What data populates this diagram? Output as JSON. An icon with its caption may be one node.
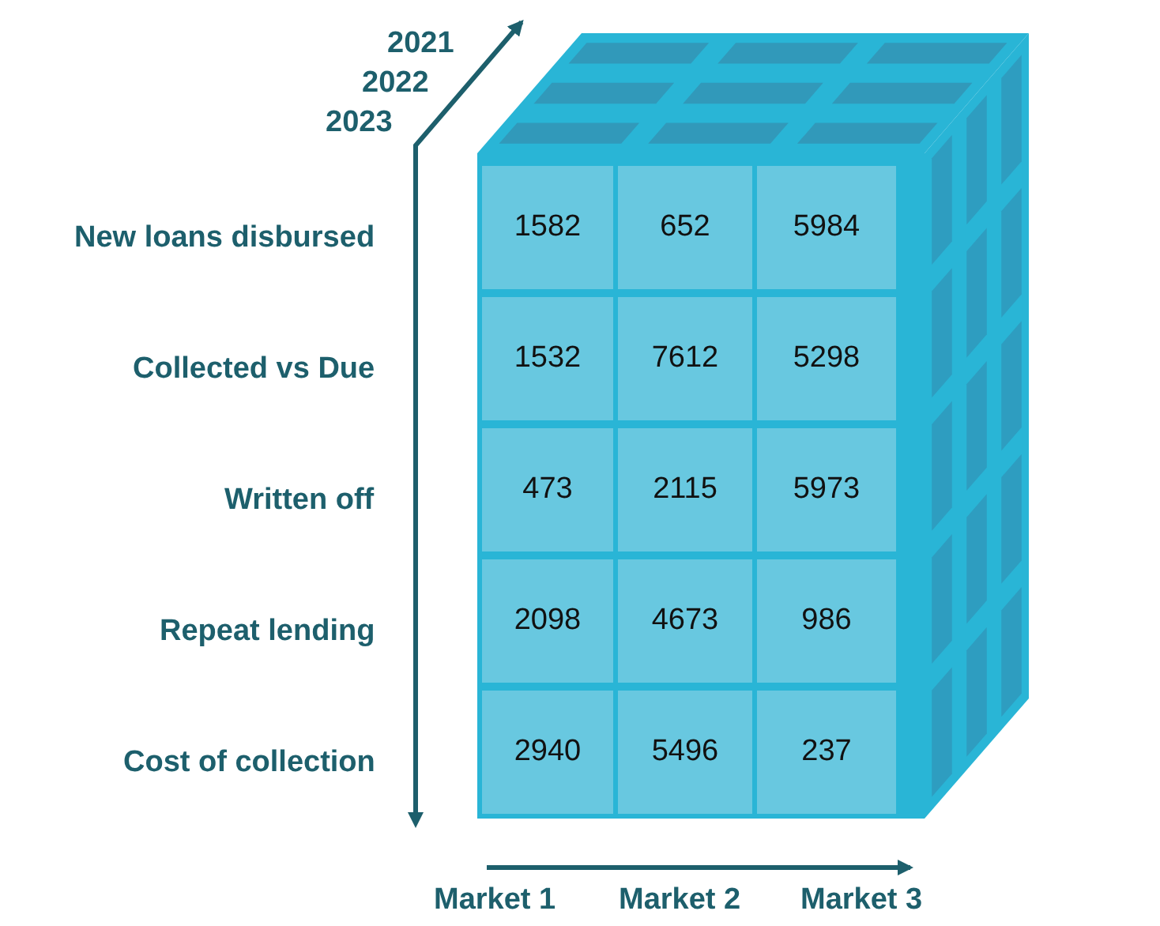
{
  "diagram": {
    "labels": [
      "2021",
      "2022",
      "2023",
      "New loans disbursed",
      "1582",
      "652",
      "5984",
      "Collected vs Due",
      "1532",
      "7612",
      "5298",
      "Written off",
      "473",
      "2115",
      "5973",
      "Repeat lending",
      "2098",
      "4673",
      "986",
      "Cost of collection",
      "2940",
      "5496",
      "237",
      "Market 1",
      "Market 2",
      "Market 3"
    ]
  }
}
